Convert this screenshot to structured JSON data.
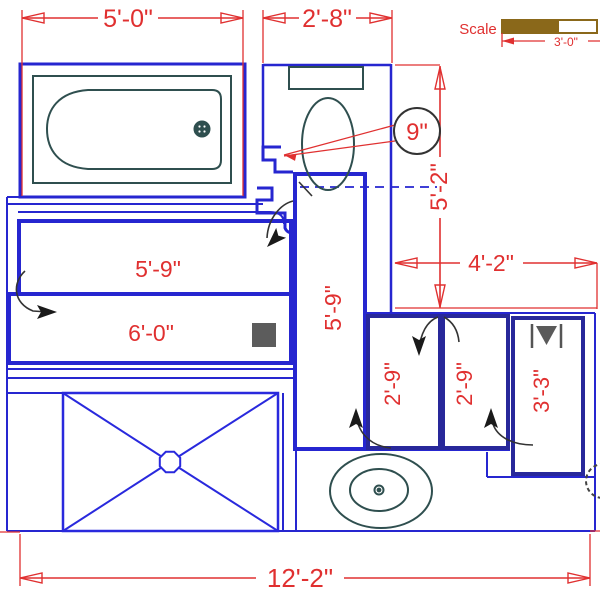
{
  "title": "bathroom-floor-plan",
  "colors": {
    "wall_blue": "#2626d0",
    "wall_navy": "#28289a",
    "dim_red": "#e03030",
    "fixture_gray": "#2F4F4F",
    "symbol_gray": "#5a5a5a",
    "door_black": "#1a1a1a",
    "scale_brown": "#8a681a"
  },
  "scale_bar": {
    "label": "Scale",
    "length": "3'-0\""
  },
  "dimensions": {
    "tub_width": "5'-0\"",
    "toilet_width": "2'-8\"",
    "door_opening": "9\"",
    "right_height": "5'-2\"",
    "wing_width": "4'-2\"",
    "band1": "5'-9\"",
    "band2": "6'-0\"",
    "corridor": "5'-9\"",
    "comp1": "2'-9\"",
    "comp2": "2'-9\"",
    "comp3": "3'-3\"",
    "total_width": "12'-2\""
  }
}
